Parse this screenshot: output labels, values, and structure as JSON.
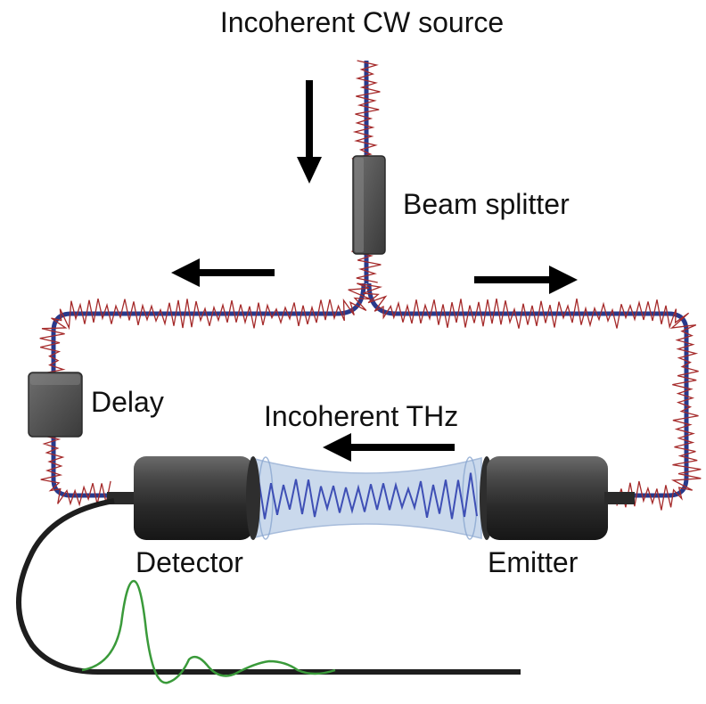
{
  "labels": {
    "source": "Incoherent CW source",
    "beam_splitter": "Beam splitter",
    "delay": "Delay",
    "thz": "Incoherent THz",
    "detector": "Detector",
    "emitter": "Emitter"
  },
  "colors": {
    "fiber": "#283a8c",
    "noise": "#a52a2a",
    "thz_beam": "#b9cde6",
    "thz_wave": "#3e4fb5",
    "signal": "#3a9a3a",
    "cable": "#1e1e1e",
    "device": "#3c3c3c",
    "arrow": "#000000"
  }
}
